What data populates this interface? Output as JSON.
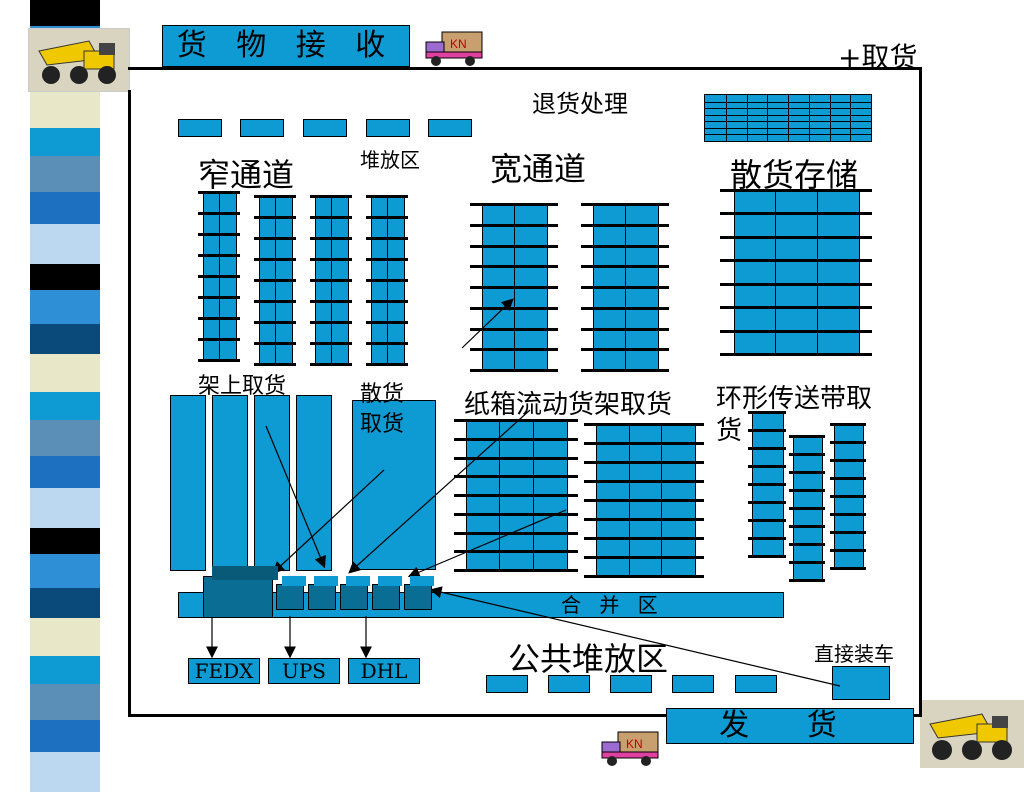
{
  "titles": {
    "receiving": "货 物 接 收",
    "plus_pick": "+取货",
    "returns": "退货处理",
    "narrow_aisle": "窄通道",
    "staging": "堆放区",
    "wide_aisle": "宽通道",
    "bulk_storage": "散货存储",
    "shelf_pick": "架上取货",
    "bulk_pick_line1": "散货",
    "bulk_pick_line2": "取货",
    "carton_flow": "纸箱流动货架取货",
    "carousel_line1": "环形传送带取",
    "carousel_line2": "货",
    "consolidation": "合 并 区",
    "public_staging": "公共堆放区",
    "direct_load": "直接装车",
    "shipping": "发 货"
  },
  "carriers": [
    "FEDX",
    "UPS",
    "DHL"
  ],
  "colors": {
    "accent": "#0e9ad2",
    "dark_accent": "#0a6e94",
    "stripe_colors": [
      "#000000",
      "#2f8fd6",
      "#0a4a7a",
      "#e8e8c8",
      "#0e9ad2",
      "#5b8fb8",
      "#1d6fbf",
      "#bcd8f0"
    ]
  },
  "icons": {
    "truck_top": "dump-truck-icon",
    "truck_bottom": "dump-truck-icon",
    "cart_top": "delivery-van-icon",
    "cart_bottom": "delivery-van-icon"
  }
}
